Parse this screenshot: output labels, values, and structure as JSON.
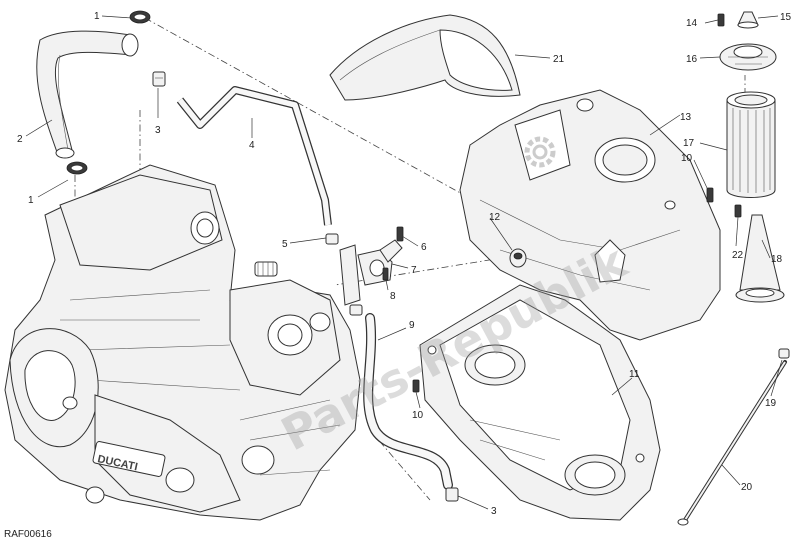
{
  "diagram_code": "RAF00616",
  "watermark": "Parts-Republik",
  "callouts": {
    "c1a": "1",
    "c2": "2",
    "c3a": "3",
    "c4": "4",
    "c1b": "1",
    "c5": "5",
    "c6": "6",
    "c7": "7",
    "c8": "8",
    "c9": "9",
    "c10a": "10",
    "c3b": "3",
    "c11": "11",
    "c12": "12",
    "c13": "13",
    "c14": "14",
    "c15": "15",
    "c16": "16",
    "c17": "17",
    "c10b": "10",
    "c21": "21",
    "c22": "22",
    "c18": "18",
    "c19": "19",
    "c20": "20"
  },
  "engine_brand": "DUCATI"
}
